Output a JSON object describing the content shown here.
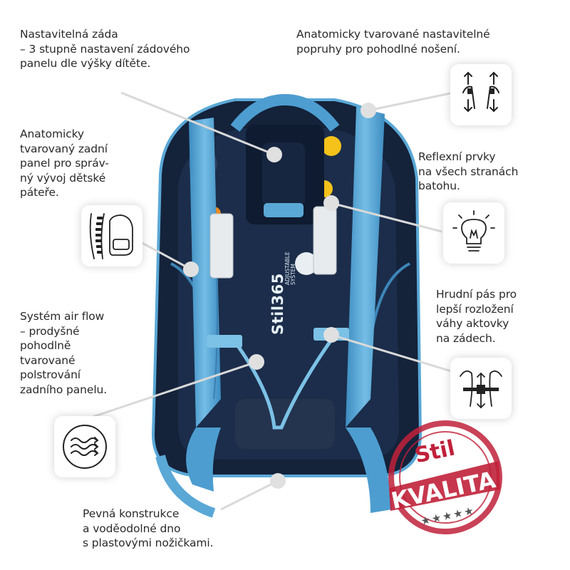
{
  "features": [
    {
      "id": "adjustable-back",
      "text": "Nastavitelná záda\n– 3 stupně nastavení zádového\npanelu dle výšky dítěte."
    },
    {
      "id": "straps",
      "text": "Anatomicky tvarované nastavitelné\npopruhy pro pohodlné nošení."
    },
    {
      "id": "back-panel",
      "text": "Anatomicky\ntvarovaný zadní\npanel pro správ-\nný vývoj dětské\npáteře."
    },
    {
      "id": "reflective",
      "text": "Reflexní prvky\nna všech stranách\nbatohu."
    },
    {
      "id": "air-flow",
      "text": "Systém air flow\n– prodyšné\npohodlně\ntvarované\npolstrování\nzadního panelu."
    },
    {
      "id": "chest-strap",
      "text": "Hrudní pás pro\nlepší rozložení\nváhy aktovky\nna zádech."
    },
    {
      "id": "bottom",
      "text": "Pevná konstrukce\na voděodolné dno\ns plastovými nožičkami."
    }
  ],
  "icons": {
    "straps": "adjustable-straps-icon",
    "spine": "spine-backpack-icon",
    "reflective": "light-bulb-icon",
    "airflow": "airflow-waves-icon",
    "chest": "chest-strap-icon"
  },
  "product": {
    "brand": "Stil",
    "model": "365",
    "sub": "ADJUSTABLE\nSYSTEM"
  },
  "stamp": {
    "top": "Stil",
    "main": "KVALITA",
    "stars": "★★★★★"
  },
  "colors": {
    "navy": "#16243a",
    "strap_blue": "#5aa8d6",
    "stamp_red": "#c0213a",
    "leader_gray": "#d9d9d9"
  }
}
